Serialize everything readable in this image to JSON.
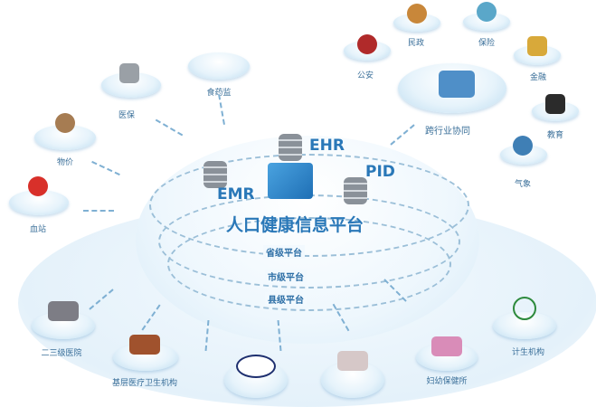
{
  "title": "人口健康信息平台",
  "core": {
    "ehr": "EHR",
    "emr": "EMR",
    "pid": "PID"
  },
  "levels": [
    "省级平台",
    "市级平台",
    "县级平台"
  ],
  "left_nodes": [
    "食药监",
    "医保",
    "物价",
    "血站"
  ],
  "cross_industry": {
    "label": "跨行业协同",
    "nodes": [
      "公安",
      "民政",
      "保险",
      "金融",
      "教育",
      "气象"
    ]
  },
  "bottom_nodes": [
    "二三级医院",
    "基层医疗卫生机构",
    "妇幼保健所",
    "计生机构"
  ],
  "colors": {
    "accent": "#2a78b8",
    "label": "#3a6f99"
  }
}
